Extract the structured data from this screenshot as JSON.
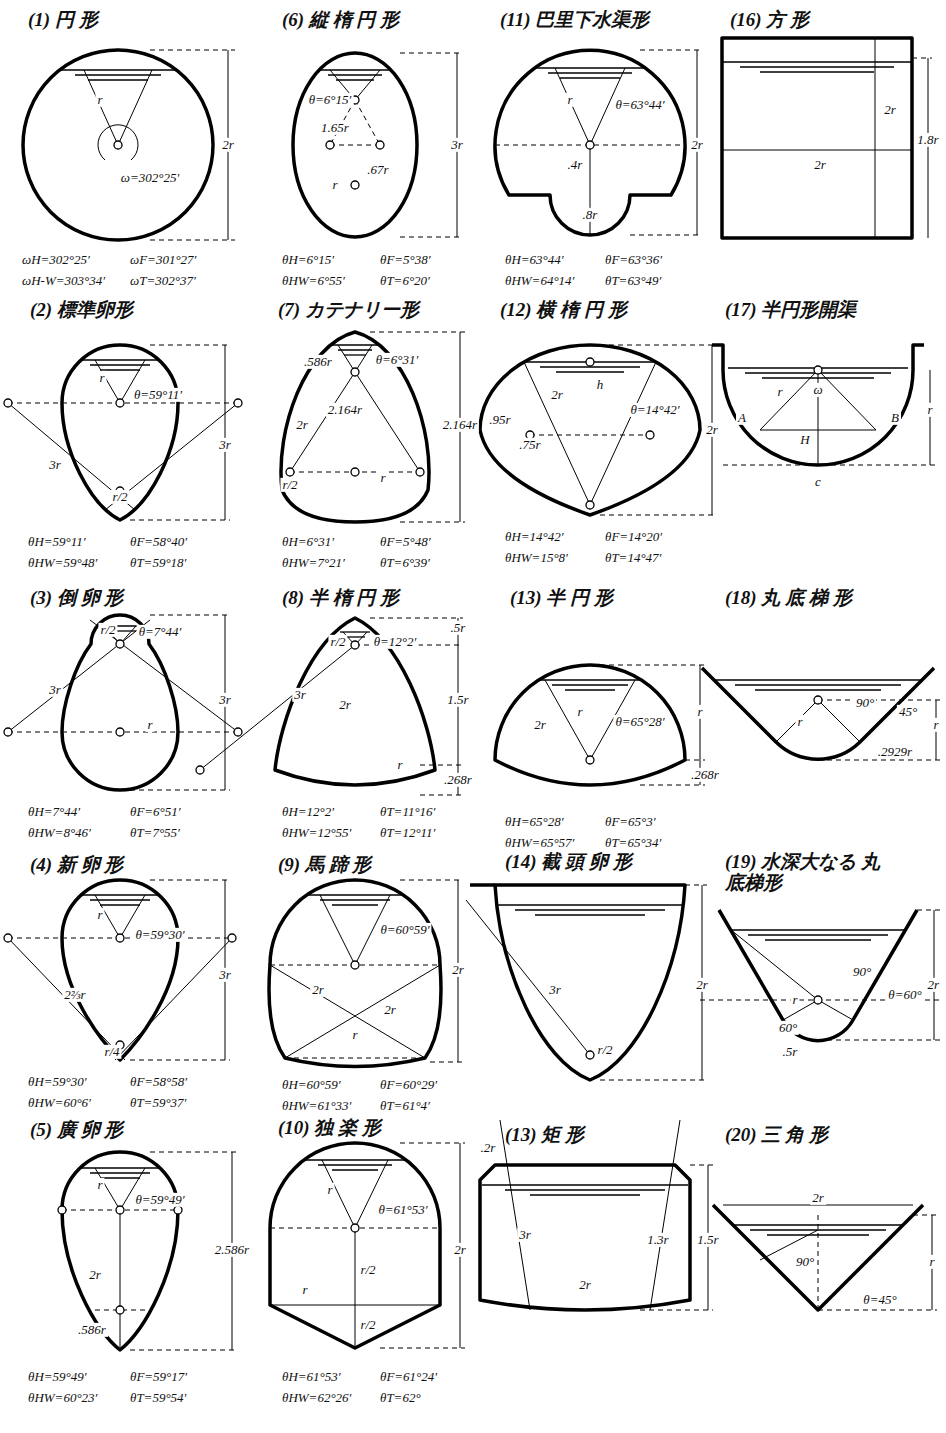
{
  "diagram": {
    "labels": [
      "(1) 円 形",
      "r",
      "ω=302°25′",
      "2r",
      "ωH=302°25′",
      "ωF=301°27′",
      "ωH-W=303°34′",
      "ωT=302°37′",
      "(6) 縦 楕 円 形",
      "θ=6°15′",
      "1.65r",
      "r",
      ".67r",
      "3r",
      "θH=6°15′",
      "θF=5°38′",
      "θHW=6°55′",
      "θT=6°20′",
      "(11) 巴里下水渠形",
      "r",
      "θ=63°44′",
      ".4r",
      ".8r",
      "2r",
      "θH=63°44′",
      "θF=63°36′",
      "θHW=64°14′",
      "θT=63°49′",
      "(16) 方 形",
      "2r",
      "2r",
      "1.8r",
      "(2) 標準卵形",
      "r",
      "θ=59°11′",
      "3r",
      "3r",
      "r/2",
      "θH=59°11′",
      "θF=58°40′",
      "θHW=59°48′",
      "θT=59°18′",
      "(7) カテナリー形",
      ".586r",
      "θ=6°31′",
      "2r",
      "2.164r",
      "2.164r",
      "r/2",
      "r",
      "θH=6°31′",
      "θF=5°48′",
      "θHW=7°21′",
      "θT=6°39′",
      "(12) 横 楕 円 形",
      "2r",
      "h",
      ".95r",
      ".75r",
      "θ=14°42′",
      "2r",
      "θH=14°42′",
      "θF=14°20′",
      "θHW=15°8′",
      "θT=14°47′",
      "(17) 半円形開渠",
      "r",
      "ω",
      "A",
      "B",
      "H",
      "c",
      "r",
      "(3) 倒 卵 形",
      "r/2",
      "θ=7°44′",
      "3r",
      "r",
      "3r",
      "θH=7°44′",
      "θF=6°51′",
      "θHW=8°46′",
      "θT=7°55′",
      "(8) 半 楕 円 形",
      "r/2",
      "θ=12°2′",
      ".5r",
      "3r",
      "2r",
      "1.5r",
      "r",
      ".268r",
      "θH=12°2′",
      "θT=11°16′",
      "θHW=12°55′",
      "θT=12°11′",
      "(13) 半 円 形",
      "2r",
      "r",
      "θ=65°28′",
      "r",
      ".268r",
      "θH=65°28′",
      "θF=65°3′",
      "θHW=65°57′",
      "θT=65°34′",
      "(18) 丸 底 梯 形",
      "r",
      "90°",
      "45°",
      "r",
      ".2929r",
      "(4) 新 卵 形",
      "r",
      "θ=59°30′",
      "2⅔r",
      "r/4",
      "3r",
      "θH=59°30′",
      "θF=58°58′",
      "θHW=60°6′",
      "θT=59°37′",
      "(9) 馬 蹄 形",
      "θ=60°59′",
      "2r",
      "2r",
      "r",
      "2r",
      "θH=60°59′",
      "θF=60°29′",
      "θHW=61°33′",
      "θT=61°4′",
      "(14) 截 頭 卵 形",
      "3r",
      "r/2",
      "2r",
      "(19) 水深大なる 丸底梯形",
      "r",
      "60°",
      "90°",
      "θ=60°",
      ".5r",
      "2r",
      "(5) 廣 卵 形",
      "r",
      "θ=59°49′",
      "2r",
      ".586r",
      "2.586r",
      "θH=59°49′",
      "θF=59°17′",
      "θHW=60°23′",
      "θT=59°54′",
      "(10) 独 楽 形",
      "r",
      "θ=61°53′",
      "r/2",
      "r",
      "r/2",
      "2r",
      "θH=61°53′",
      "θF=61°24′",
      "θHW=62°26′",
      "θT=62°",
      "(13) 矩 形",
      ".2r",
      "3r",
      "2r",
      "1.3r",
      "1.5r",
      "(20) 三 角 形",
      "2r",
      "90°",
      "θ=45°",
      "r"
    ]
  }
}
